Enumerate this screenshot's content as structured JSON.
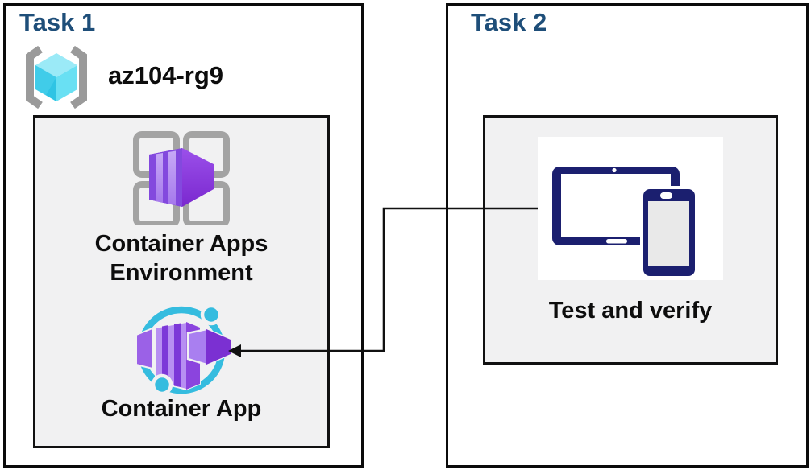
{
  "task1": {
    "title": "Task 1",
    "resource_group": {
      "name": "az104-rg9",
      "icon": "resource-group-icon"
    },
    "environment": {
      "label_line1": "Container Apps",
      "label_line2": "Environment",
      "icon": "container-apps-environment-icon"
    },
    "container_app": {
      "label": "Container App",
      "icon": "container-app-icon"
    }
  },
  "task2": {
    "title": "Task 2",
    "test_and_verify": {
      "label": "Test and verify",
      "icon": "tablet-and-phone-icon"
    }
  },
  "connector": {
    "type": "elbow-arrow",
    "arrow_points": "left-toward-container-app"
  },
  "colors": {
    "heading_navy": "#1e4e79",
    "label_text": "#0d0d0d",
    "panel_fill": "#f1f1f2",
    "border_black": "#0b0b0b",
    "azure_purple_dark": "#7c38d8",
    "azure_purple_light": "#b78ff2",
    "azure_cyan": "#35bcdf",
    "rg_cube_cyan": "#50d7ef",
    "device_navy": "#1b1f6f",
    "grid_gray": "#a3a3a3",
    "bracket_gray": "#9a9a9a"
  }
}
